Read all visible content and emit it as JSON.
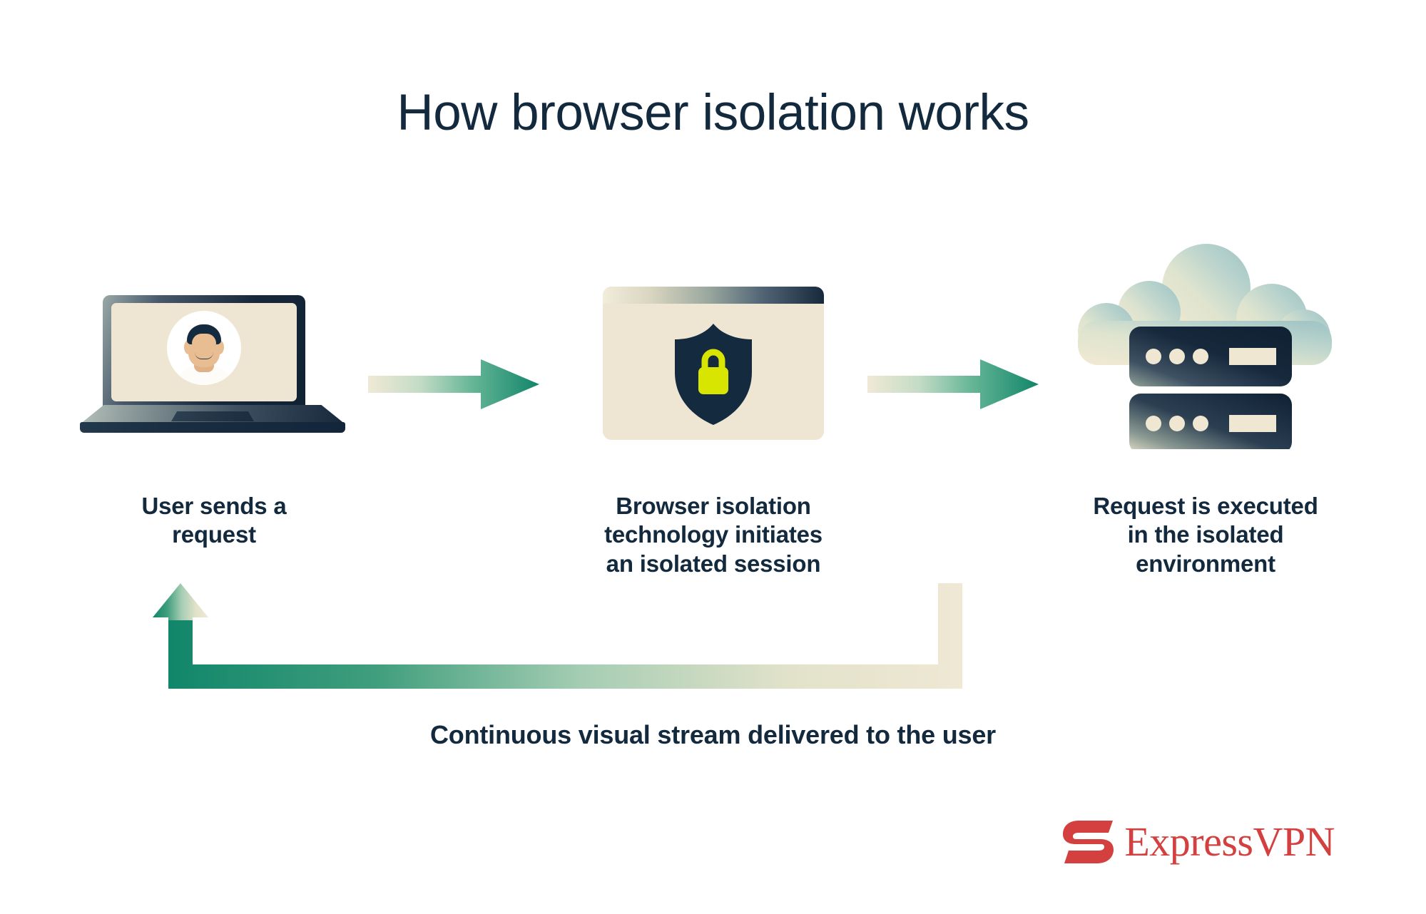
{
  "title": "How browser isolation works",
  "steps": [
    {
      "id": "user-request",
      "label": "User sends a\nrequest",
      "label_lines": [
        "User sends a",
        "request"
      ],
      "icon": "laptop-with-user-avatar-icon"
    },
    {
      "id": "browser-isolation",
      "label": "Browser isolation\ntechnology initiates\nan isolated session",
      "label_lines": [
        "Browser isolation",
        "technology initiates",
        "an isolated session"
      ],
      "icon": "browser-window-shield-lock-icon"
    },
    {
      "id": "isolated-execution",
      "label": "Request is executed\nin the isolated\nenvironment",
      "label_lines": [
        "Request is executed",
        "in the isolated",
        "environment"
      ],
      "icon": "cloud-server-rack-icon"
    }
  ],
  "arrows": {
    "forward_1": "arrow-right-icon",
    "forward_2": "arrow-right-icon",
    "return": "arrow-return-up-icon"
  },
  "caption": "Continuous visual stream delivered to the user",
  "logo": {
    "mark": "expressvpn-e-mark-icon",
    "text": "ExpressVPN"
  },
  "colors": {
    "background": "#ffffff",
    "text_navy": "#13293d",
    "cream": "#eee6d2",
    "green": "#11866a",
    "green_dark": "#0f7a5f",
    "lock_yellow": "#d8e500",
    "shield_navy": "#132a3f",
    "cloud_teal": "#a8c8c6",
    "skin": "#e8bd92",
    "brand_red": "#d4403f"
  }
}
